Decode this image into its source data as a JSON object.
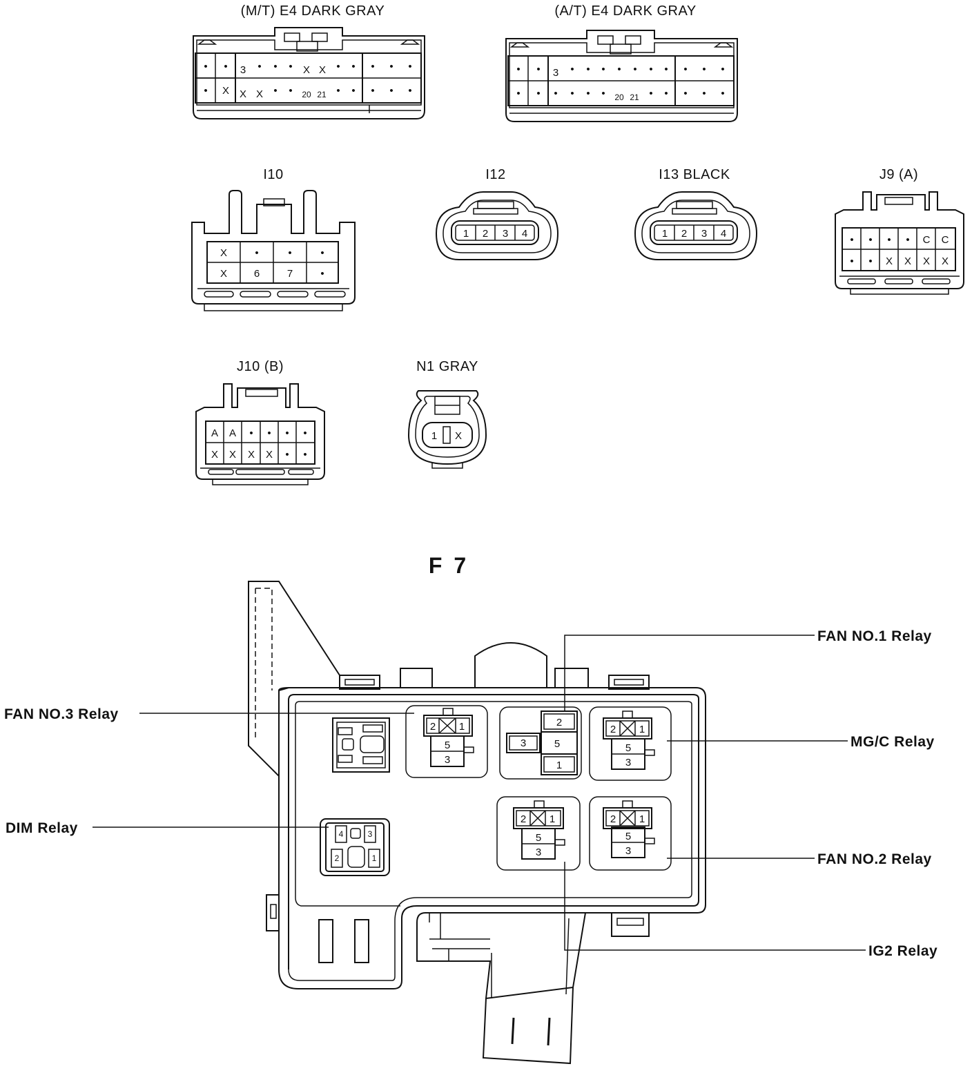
{
  "connectors": {
    "e4_mt": {
      "title": "(M/T)  E4  DARK GRAY",
      "row1": [
        "•",
        "•",
        "3",
        "•",
        "•",
        "•",
        "X",
        "X",
        "•",
        "•",
        "•",
        "•",
        "•"
      ],
      "row2": [
        "•",
        "X",
        "X",
        "X",
        "•",
        "•",
        "20",
        "21",
        "•",
        "•",
        "•",
        "•",
        "•"
      ]
    },
    "e4_at": {
      "title": "(A/T)  E4  DARK GRAY",
      "row1": [
        "•",
        "•",
        "3",
        "•",
        "•",
        "•",
        "•",
        "•",
        "•",
        "•",
        "•",
        "•",
        "•"
      ],
      "row2": [
        "•",
        "•",
        "•",
        "•",
        "•",
        "•",
        "20",
        "21",
        "•",
        "•",
        "•",
        "•",
        "•"
      ]
    },
    "i10": {
      "title": "I10",
      "row1": [
        "X",
        "•",
        "•",
        "•"
      ],
      "row2": [
        "X",
        "6",
        "7",
        "•"
      ]
    },
    "i12": {
      "title": "I12",
      "pins": [
        "1",
        "2",
        "3",
        "4"
      ]
    },
    "i13": {
      "title": "I13  BLACK",
      "pins": [
        "1",
        "2",
        "3",
        "4"
      ]
    },
    "j9": {
      "title": "J9 (A)",
      "row1": [
        "•",
        "•",
        "•",
        "•",
        "C",
        "C"
      ],
      "row2": [
        "•",
        "•",
        "X",
        "X",
        "X",
        "X"
      ]
    },
    "j10": {
      "title": "J10 (B)",
      "row1": [
        "A",
        "A",
        "•",
        "•",
        "•",
        "•"
      ],
      "row2": [
        "X",
        "X",
        "X",
        "X",
        "•",
        "•"
      ]
    },
    "n1": {
      "title": "N1  GRAY",
      "pins": [
        "1",
        "X"
      ]
    }
  },
  "relay_block": {
    "title": "F 7",
    "labels": {
      "fan1": "FAN NO.1 Relay",
      "fan3": "FAN NO.3 Relay",
      "mgc": "MG/C Relay",
      "dim": "DIM Relay",
      "fan2": "FAN NO.2 Relay",
      "ig2": "IG2 Relay"
    },
    "pins": {
      "p1": "1",
      "p2": "2",
      "p3": "3",
      "p4": "4",
      "p5": "5"
    }
  }
}
